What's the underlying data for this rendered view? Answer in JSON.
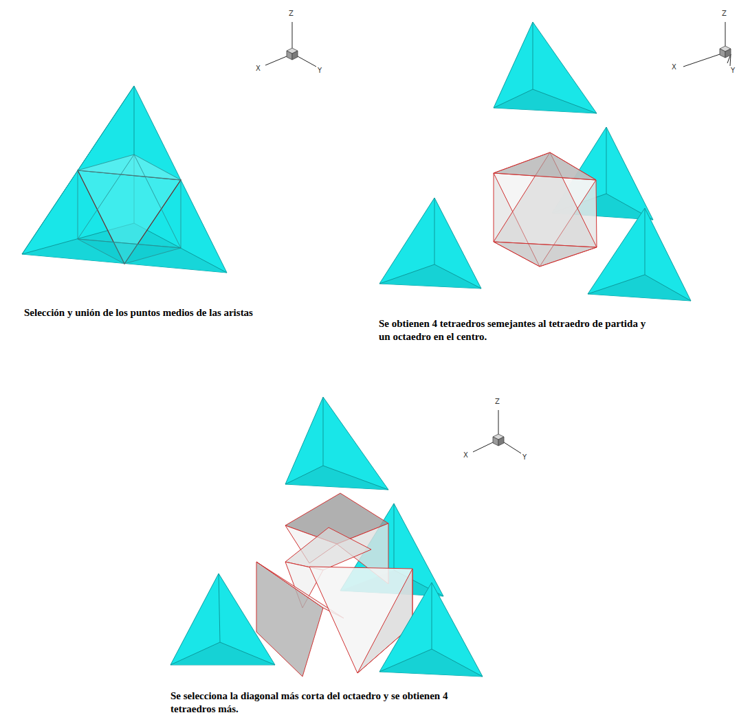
{
  "diagram": {
    "labels": [
      "Z",
      "X",
      "Y",
      "Selección y unión de los puntos medios de las aristas",
      "Z",
      "X",
      "Y",
      "Se obtienen 4 tetraedros semejantes al tetraedro de partida y un octaedro en el centro.",
      "Z",
      "X",
      "Y",
      "Se selecciona la diagonal más corta del octaedro y se obtienen 4 tetraedros más."
    ]
  }
}
